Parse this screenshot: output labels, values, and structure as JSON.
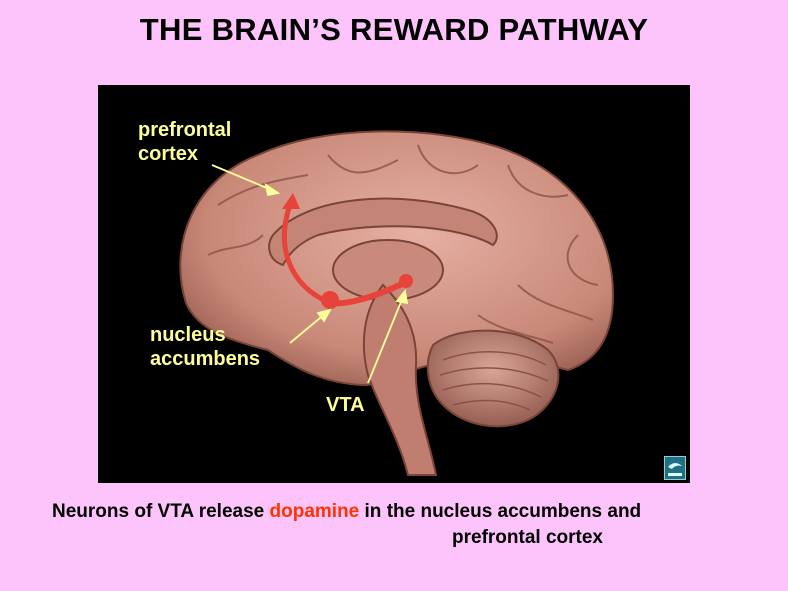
{
  "title": "THE BRAIN’S REWARD PATHWAY",
  "labels": {
    "prefrontal_line1": "prefrontal",
    "prefrontal_line2": "cortex",
    "nucleus_line1": "nucleus",
    "nucleus_line2": "accumbens",
    "vta": "VTA"
  },
  "caption": {
    "line1_before": "Neurons of VTA release ",
    "highlight": "dopamine",
    "line1_after": " in the nucleus accumbens and",
    "line2": "prefrontal cortex"
  },
  "colors": {
    "background": "#fdc3fb",
    "panel": "#000000",
    "label_text": "#ffff99",
    "pathway": "#e8433a",
    "highlight": "#ff3300",
    "brain": "#d4988a"
  }
}
